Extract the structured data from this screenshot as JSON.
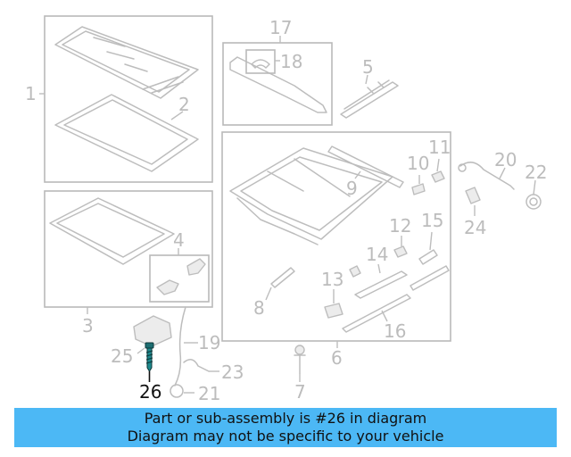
{
  "diagram": {
    "labels": {
      "n1": "1",
      "n2": "2",
      "n3": "3",
      "n4": "4",
      "n5": "5",
      "n6": "6",
      "n7": "7",
      "n8": "8",
      "n9": "9",
      "n10": "10",
      "n11": "11",
      "n12": "12",
      "n13": "13",
      "n14": "14",
      "n15": "15",
      "n16": "16",
      "n17": "17",
      "n18": "18",
      "n19": "19",
      "n20": "20",
      "n21": "21",
      "n22": "22",
      "n23": "23",
      "n24": "24",
      "n25": "25",
      "n26": "26"
    },
    "highlighted_part": "26",
    "colors": {
      "part_gray": "#bdbdbd",
      "highlight": "#111111",
      "banner_bg": "#4cb8f5"
    }
  },
  "banner": {
    "line1": "Part or sub-assembly is #26 in diagram",
    "line2": "Diagram may not be specific to your vehicle"
  }
}
